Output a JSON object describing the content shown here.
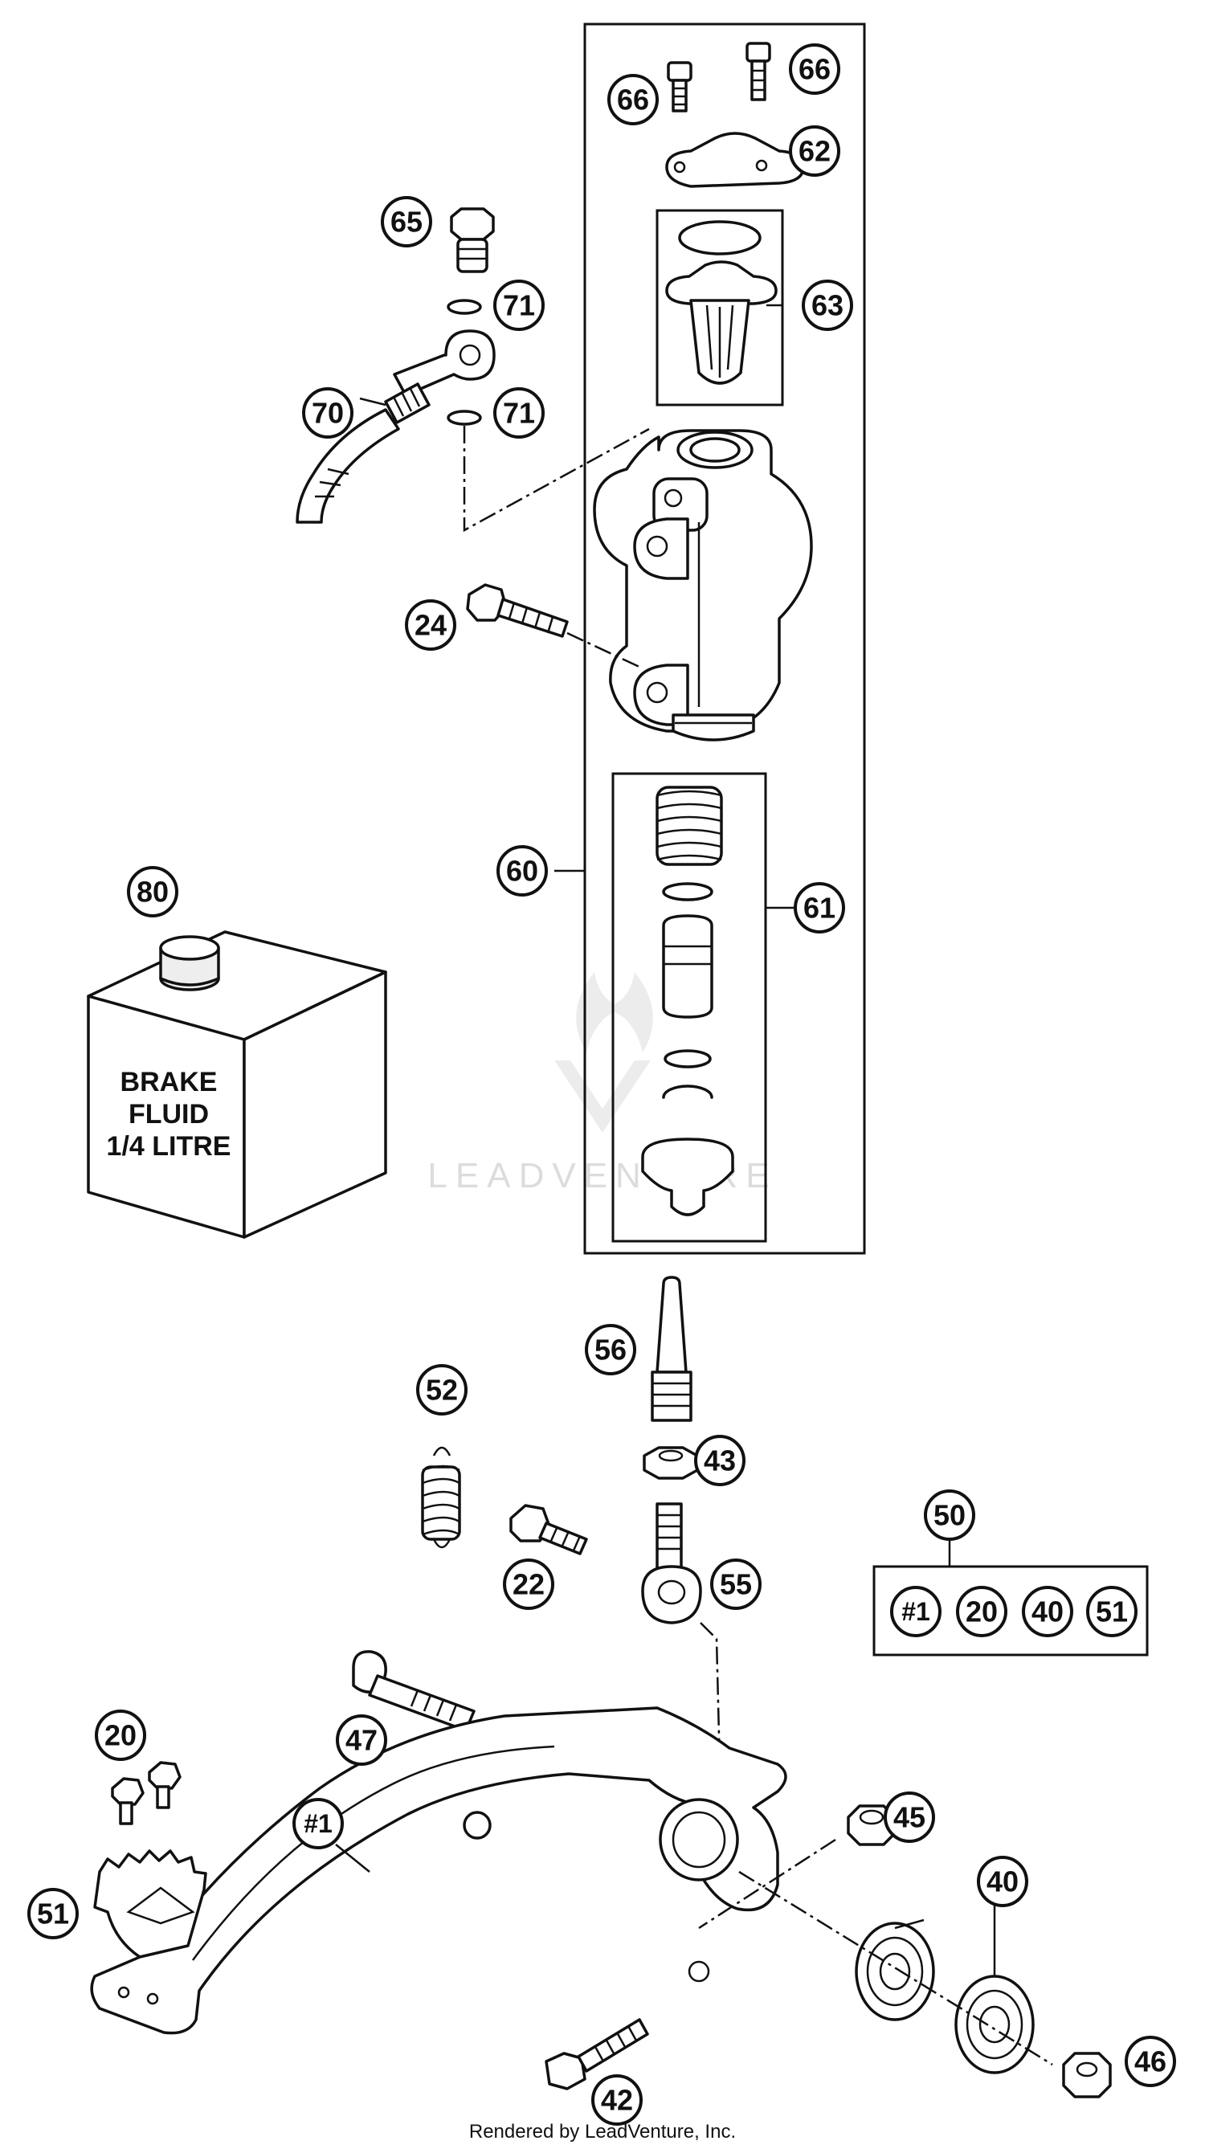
{
  "callouts": [
    {
      "id": "66a",
      "label": "66"
    },
    {
      "id": "66b",
      "label": "66"
    },
    {
      "id": "62",
      "label": "62"
    },
    {
      "id": "65",
      "label": "65"
    },
    {
      "id": "71a",
      "label": "71"
    },
    {
      "id": "63",
      "label": "63"
    },
    {
      "id": "70",
      "label": "70"
    },
    {
      "id": "71b",
      "label": "71"
    },
    {
      "id": "24",
      "label": "24"
    },
    {
      "id": "80",
      "label": "80"
    },
    {
      "id": "60",
      "label": "60"
    },
    {
      "id": "61",
      "label": "61"
    },
    {
      "id": "56",
      "label": "56"
    },
    {
      "id": "52",
      "label": "52"
    },
    {
      "id": "43",
      "label": "43"
    },
    {
      "id": "50",
      "label": "50"
    },
    {
      "id": "22",
      "label": "22"
    },
    {
      "id": "55",
      "label": "55"
    },
    {
      "id": "k1",
      "label": "#1"
    },
    {
      "id": "k20",
      "label": "20"
    },
    {
      "id": "k40",
      "label": "40"
    },
    {
      "id": "k51",
      "label": "51"
    },
    {
      "id": "20",
      "label": "20"
    },
    {
      "id": "47",
      "label": "47"
    },
    {
      "id": "1",
      "label": "#1"
    },
    {
      "id": "45",
      "label": "45"
    },
    {
      "id": "51",
      "label": "51"
    },
    {
      "id": "40",
      "label": "40"
    },
    {
      "id": "42",
      "label": "42"
    },
    {
      "id": "46",
      "label": "46"
    }
  ],
  "brake_fluid_label": [
    "BRAKE",
    "FLUID",
    "1/4 LITRE"
  ],
  "watermark": "LEADVENTURE",
  "footer": "Rendered by LeadVenture, Inc."
}
